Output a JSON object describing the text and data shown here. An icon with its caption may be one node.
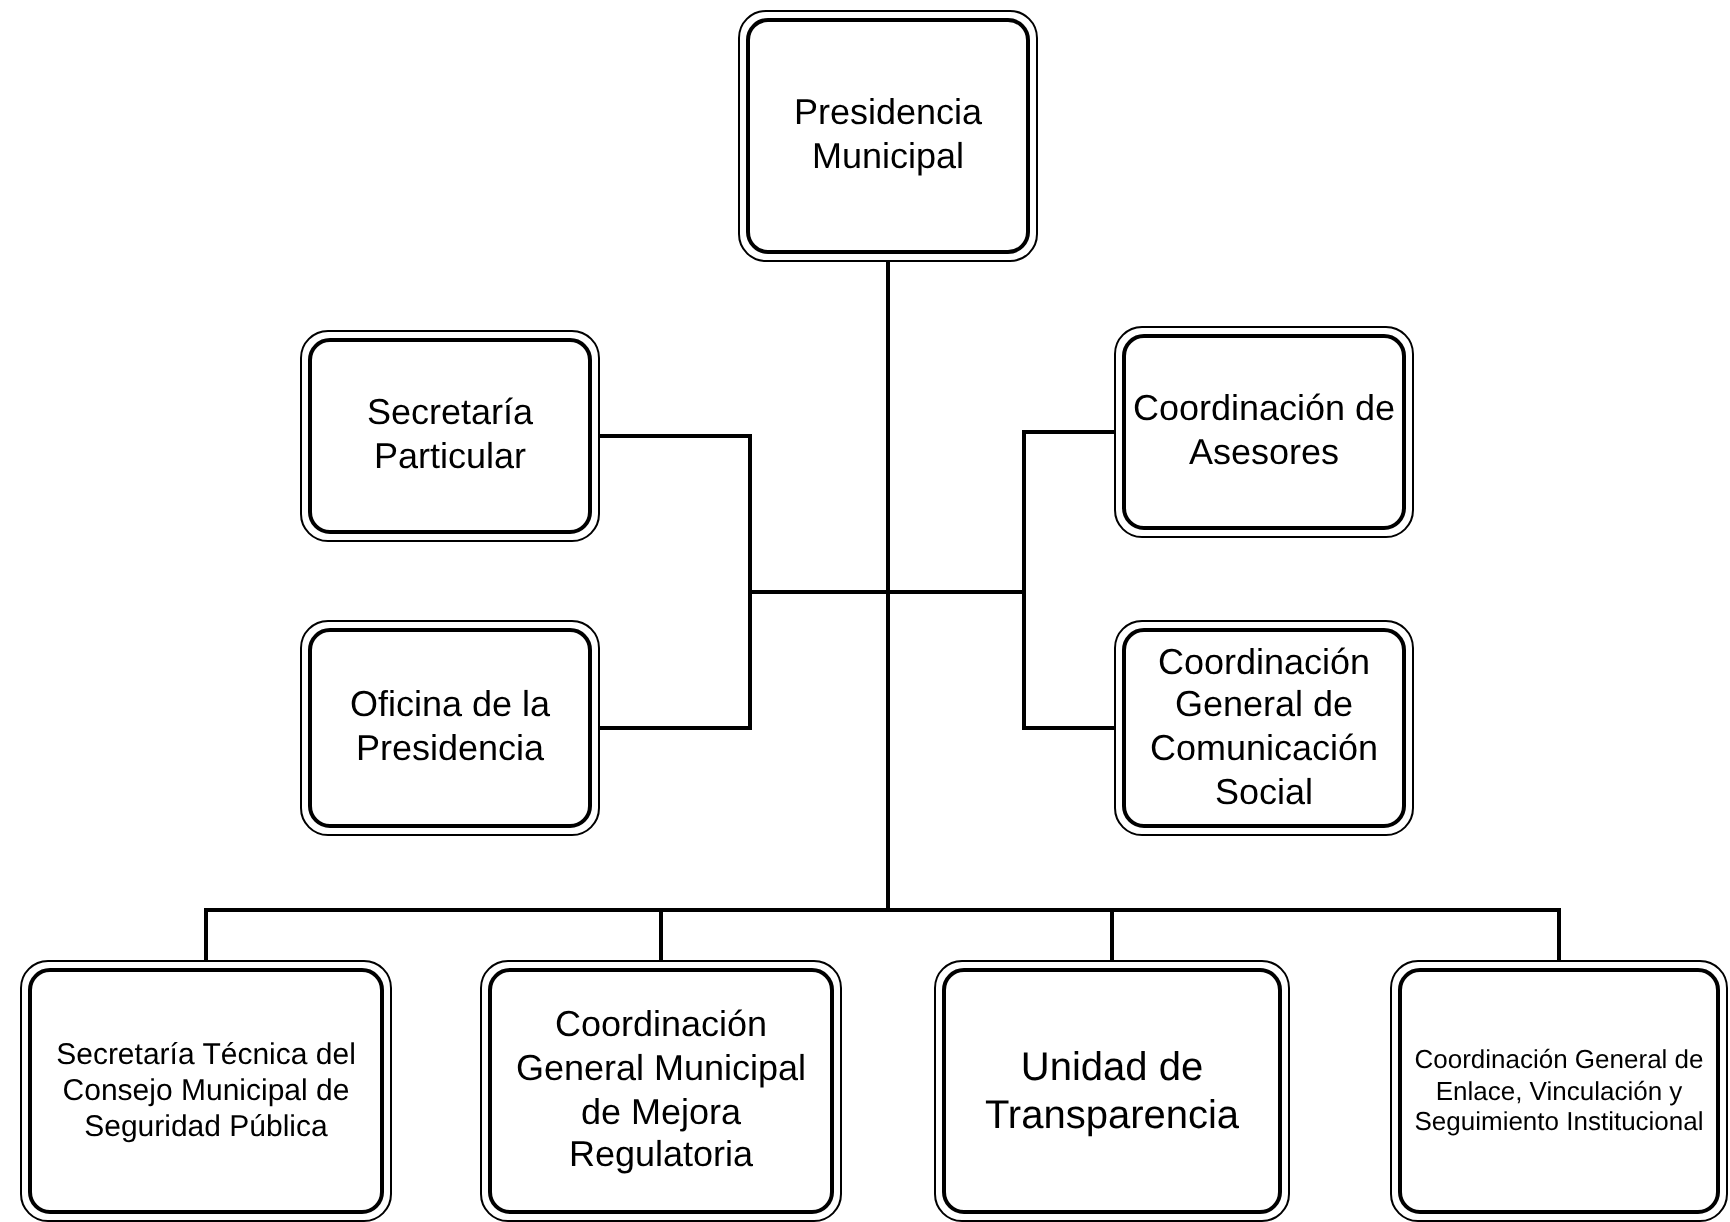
{
  "diagram": {
    "nodes": [
      {
        "text": [
          "Presidencia Municipal"
        ]
      },
      {
        "text": [
          "Secretaría Particular"
        ]
      },
      {
        "text": [
          "Coordinación de Asesores"
        ]
      },
      {
        "text": [
          "Oficina de la Presidencia"
        ]
      },
      {
        "text": [
          "Coordinación General de Comunicación Social"
        ]
      },
      {
        "text": [
          "Secretaría Técnica del Consejo Municipal de Seguridad Pública"
        ]
      },
      {
        "text": [
          "Coordinación General Municipal de Mejora Regulatoria"
        ]
      },
      {
        "text": [
          "Unidad de Transparencia"
        ]
      },
      {
        "text": [
          "Coordinación General de Enlace, Vinculación y Seguimiento Institucional"
        ]
      }
    ],
    "edges": [
      {
        "from": 0,
        "to": 1,
        "arrow": "none"
      },
      {
        "from": 0,
        "to": 2,
        "arrow": "none"
      },
      {
        "from": 0,
        "to": 3,
        "arrow": "none"
      },
      {
        "from": 0,
        "to": 4,
        "arrow": "none"
      },
      {
        "from": 0,
        "to": 5,
        "arrow": "none"
      },
      {
        "from": 0,
        "to": 6,
        "arrow": "none"
      },
      {
        "from": 0,
        "to": 7,
        "arrow": "none"
      },
      {
        "from": 0,
        "to": 8,
        "arrow": "none"
      }
    ]
  }
}
